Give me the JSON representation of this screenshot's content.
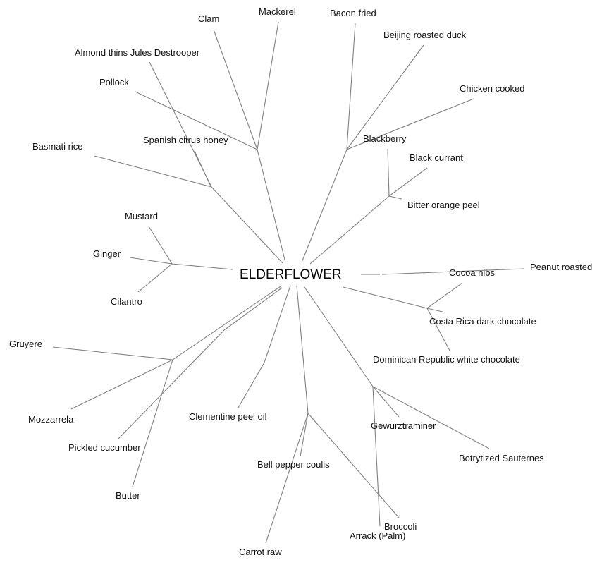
{
  "root": "ELDERFLOWER",
  "leaves": {
    "clam": "Clam",
    "mackerel": "Mackerel",
    "almond": "Almond thins Jules Destrooper",
    "pollock": "Pollock",
    "spanish_honey": "Spanish citrus honey",
    "basmati": "Basmati rice",
    "mustard": "Mustard",
    "ginger": "Ginger",
    "cilantro": "Cilantro",
    "bacon": "Bacon fried",
    "beijing": "Beijing roasted duck",
    "chicken": "Chicken cooked",
    "blackberry": "Blackberry",
    "black_currant": "Black currant",
    "bitter_orange": "Bitter orange peel",
    "cocoa": "Cocoa nibs",
    "peanut": "Peanut roasted",
    "costa_rica": "Costa Rica dark chocolate",
    "dominican": "Dominican Republic white chocolate",
    "gruyere": "Gruyere",
    "mozzarella": "Mozzarrela",
    "pickled": "Pickled cucumber",
    "butter": "Butter",
    "clementine": "Clementine peel oil",
    "bell_pepper": "Bell pepper coulis",
    "carrot": "Carrot raw",
    "gewurz": "Gewürztraminer",
    "botrytized": "Botrytized Sauternes",
    "broccoli": "Broccoli",
    "arrack": "Arrack (Palm)"
  }
}
